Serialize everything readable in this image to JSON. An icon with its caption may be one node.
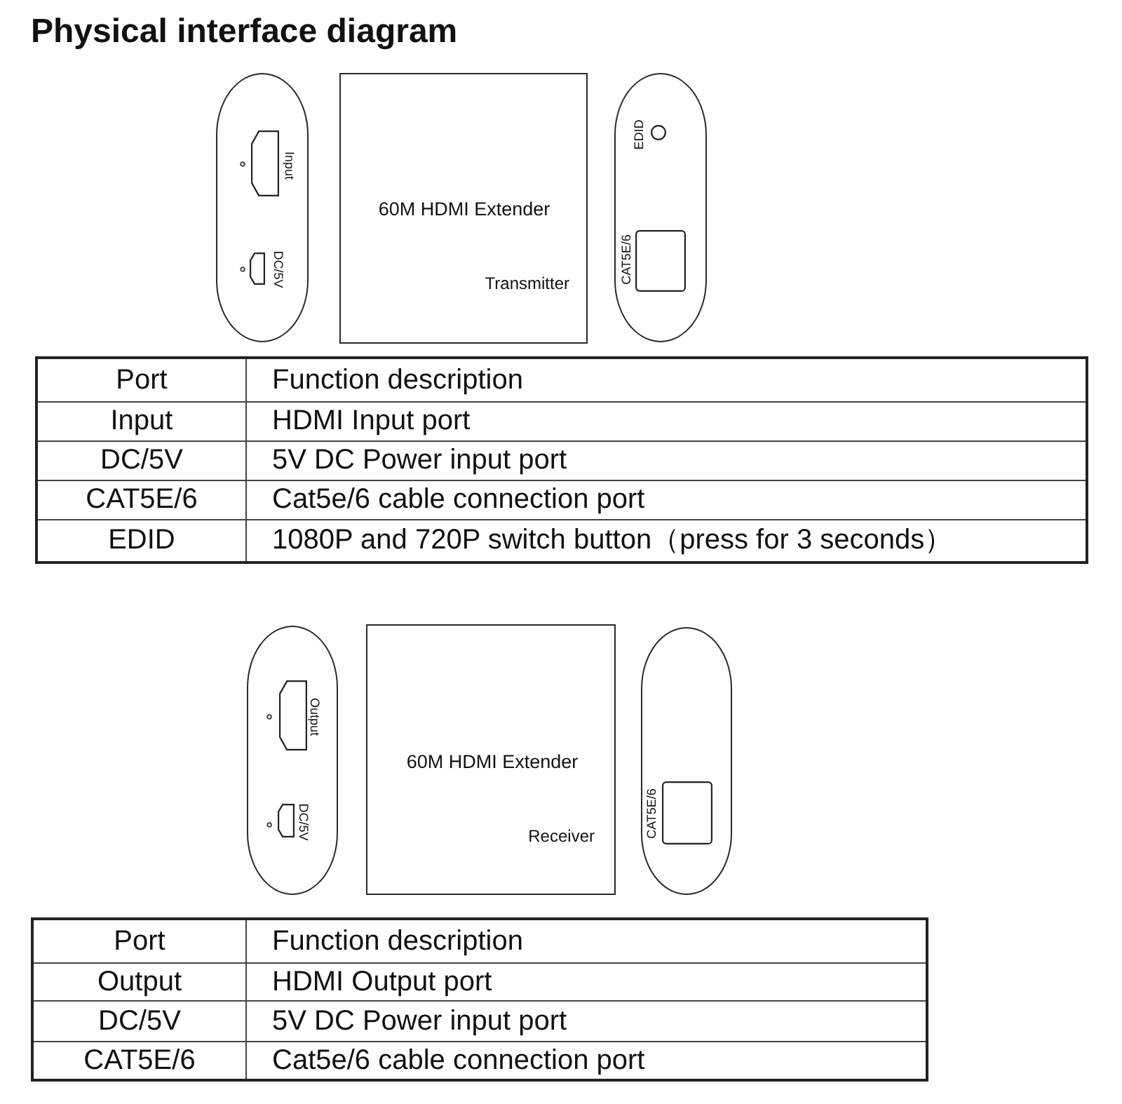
{
  "diagram": {
    "title": "Physical interface diagram",
    "nodes": [
      {
        "text": [
          "Input",
          "DC/5V"
        ]
      },
      {
        "text": [
          "60M HDMI Extender",
          "Transmitter"
        ]
      },
      {
        "text": [
          "EDID",
          "CAT5E/6"
        ]
      },
      {
        "text": [
          "Output",
          "DC/5V"
        ]
      },
      {
        "text": [
          "60M HDMI Extender",
          "Receiver"
        ]
      },
      {
        "text": [
          "CAT5E/6"
        ]
      }
    ],
    "labels": [
      "Port",
      "Function description",
      "Input",
      "HDMI Input port",
      "DC/5V",
      "5V DC Power input port",
      "CAT5E/6",
      "Cat5e/6 cable connection port",
      "EDID",
      "1080P and 720P switch button（press for 3 seconds）",
      "Port",
      "Function description",
      "Output",
      "HDMI Output port",
      "DC/5V",
      "5V DC Power input port",
      "CAT5E/6",
      "Cat5e/6 cable connection port"
    ]
  }
}
